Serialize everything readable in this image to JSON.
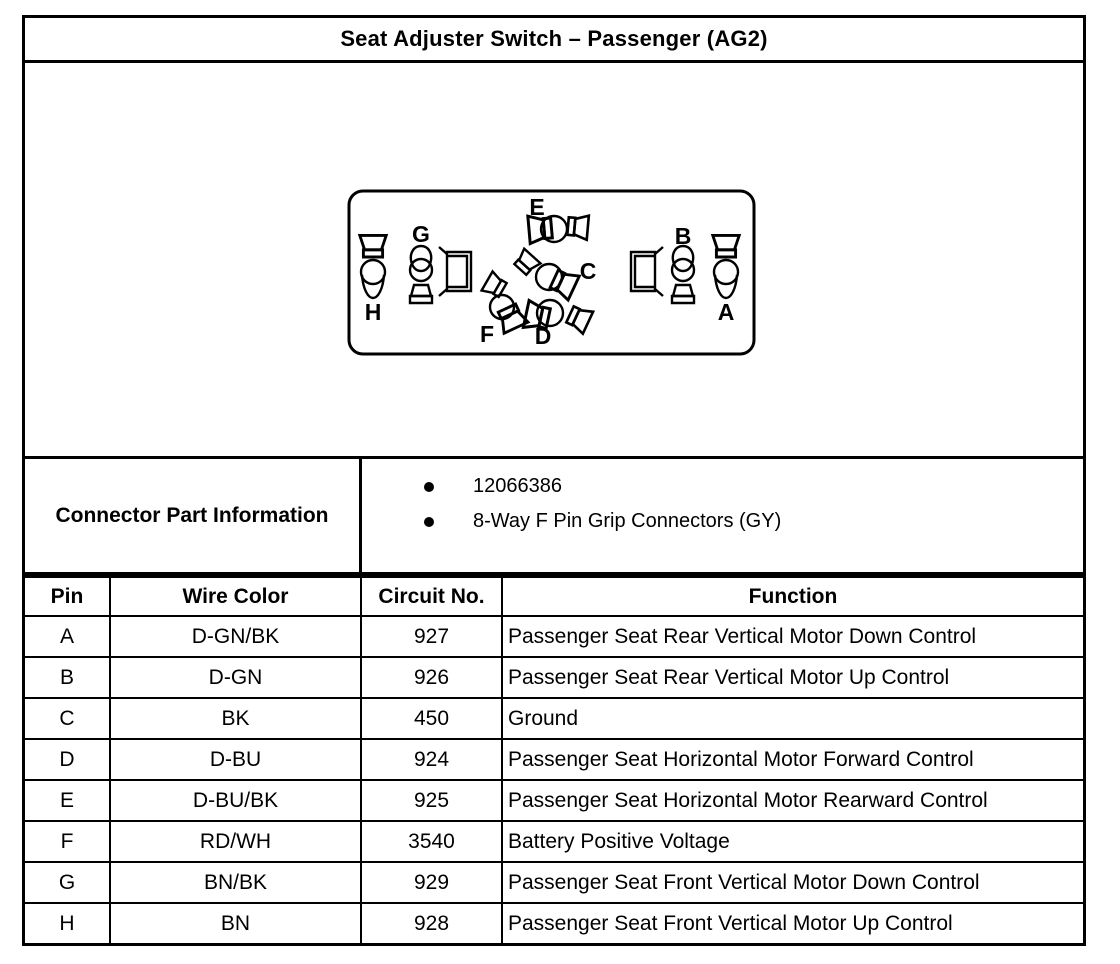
{
  "title": "Seat Adjuster Switch – Passenger (AG2)",
  "connector_diagram": {
    "pin_labels": [
      "A",
      "B",
      "C",
      "D",
      "E",
      "F",
      "G",
      "H"
    ]
  },
  "part_info": {
    "label": "Connector Part Information",
    "bullets": [
      "12066386",
      "8-Way F Pin Grip Connectors (GY)"
    ]
  },
  "pin_table": {
    "headers": [
      "Pin",
      "Wire Color",
      "Circuit No.",
      "Function"
    ],
    "rows": [
      [
        "A",
        "D-GN/BK",
        "927",
        "Passenger Seat Rear Vertical Motor Down Control"
      ],
      [
        "B",
        "D-GN",
        "926",
        "Passenger Seat Rear Vertical Motor Up Control"
      ],
      [
        "C",
        "BK",
        "450",
        "Ground"
      ],
      [
        "D",
        "D-BU",
        "924",
        "Passenger Seat Horizontal Motor Forward Control"
      ],
      [
        "E",
        "D-BU/BK",
        "925",
        "Passenger Seat Horizontal Motor Rearward Control"
      ],
      [
        "F",
        "RD/WH",
        "3540",
        "Battery Positive Voltage"
      ],
      [
        "G",
        "BN/BK",
        "929",
        "Passenger Seat Front Vertical Motor Down Control"
      ],
      [
        "H",
        "BN",
        "928",
        "Passenger Seat Front Vertical Motor Up Control"
      ]
    ]
  }
}
